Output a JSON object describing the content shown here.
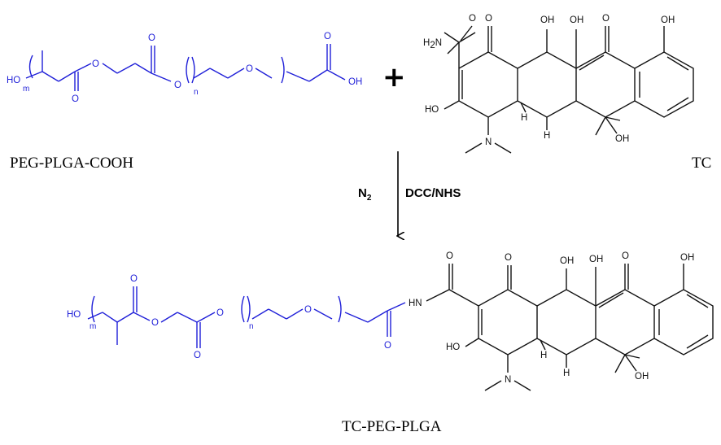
{
  "labels": {
    "reactant1": "PEG-PLGA-COOH",
    "reactant2": "TC",
    "product": "TC-PEG-PLGA"
  },
  "plus": "+",
  "conditions": {
    "gas": "N",
    "gas_sub": "2",
    "reagents": "DCC/NHS"
  },
  "atoms": {
    "HO": "HO",
    "OH": "OH",
    "O": "O",
    "H2N": "H",
    "H2N_sub": "2",
    "H2N_N": "N",
    "NH": "HN",
    "N": "N",
    "H": "H",
    "m": "m",
    "n": "n"
  },
  "colors": {
    "polymer": "#1f1fd8",
    "drug": "#111111"
  }
}
